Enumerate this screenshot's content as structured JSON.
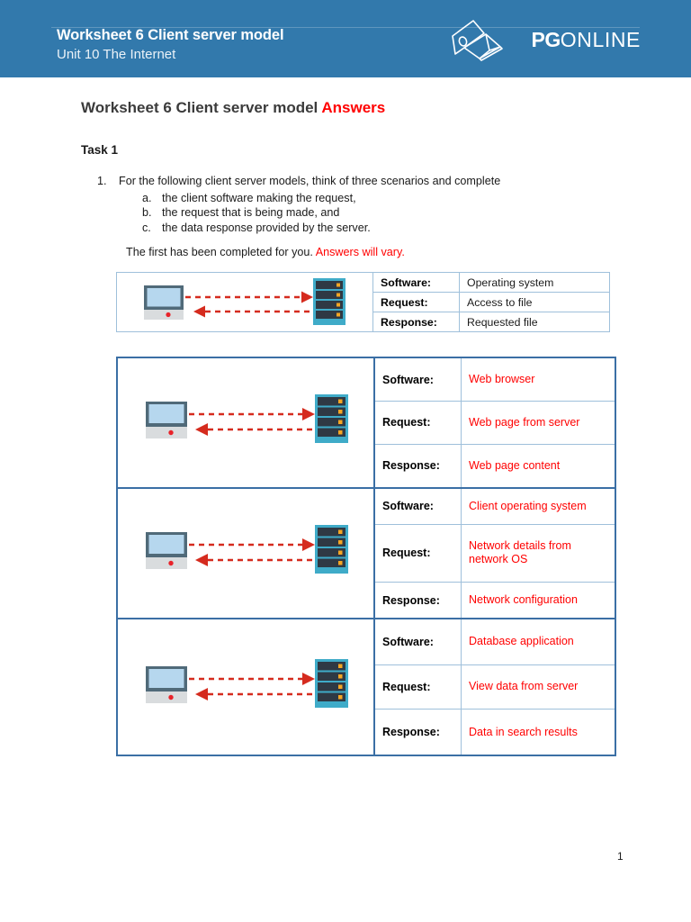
{
  "header": {
    "title": "Worksheet 6 Client server model",
    "subtitle": "Unit 10 The Internet",
    "logo_pg": "PG",
    "logo_online": "ONLINE",
    "logo_icon": "laptop-outline-icon",
    "bar_color": "#3279ac"
  },
  "document": {
    "title_main": "Worksheet 6 Client server model",
    "title_answers": "Answers",
    "task_heading": "Task 1",
    "question": {
      "number": "1.",
      "text": "For the following client server models, think of three scenarios and complete",
      "subitems": [
        {
          "letter": "a.",
          "text": "the client software making the request,"
        },
        {
          "letter": "b.",
          "text": "the request that is being made, and"
        },
        {
          "letter": "c.",
          "text": "the data response provided by the server."
        }
      ]
    },
    "note_text": "The first has been completed for you.",
    "note_red": "Answers will vary.",
    "page_number": "1"
  },
  "labels": {
    "software": "Software:",
    "request": "Request:",
    "response": "Response:"
  },
  "example_table": {
    "software": "Operating system",
    "request": "Access to file",
    "response": "Requested file"
  },
  "answer_tables": [
    {
      "software": "Web browser",
      "request": "Web page from server",
      "response": "Web page content"
    },
    {
      "software": "Client operating system",
      "request": "Network details from network OS",
      "response": "Network configuration"
    },
    {
      "software": "Database application",
      "request": "View data from server",
      "response": "Data in search results"
    }
  ],
  "diagram": {
    "client_icon": "desktop-monitor-icon",
    "server_icon": "server-rack-icon",
    "request_arrow": "arrow-right-dashed-icon",
    "response_arrow": "arrow-left-dashed-icon",
    "colors": {
      "screen": "#b6d7ee",
      "bezel": "#506a79",
      "base": "#d9dcde",
      "led": "#e8232a",
      "server_body": "#3fabc8",
      "server_unit": "#2f3944",
      "server_led": "#f5a623",
      "arrow": "#d52b1e"
    }
  }
}
